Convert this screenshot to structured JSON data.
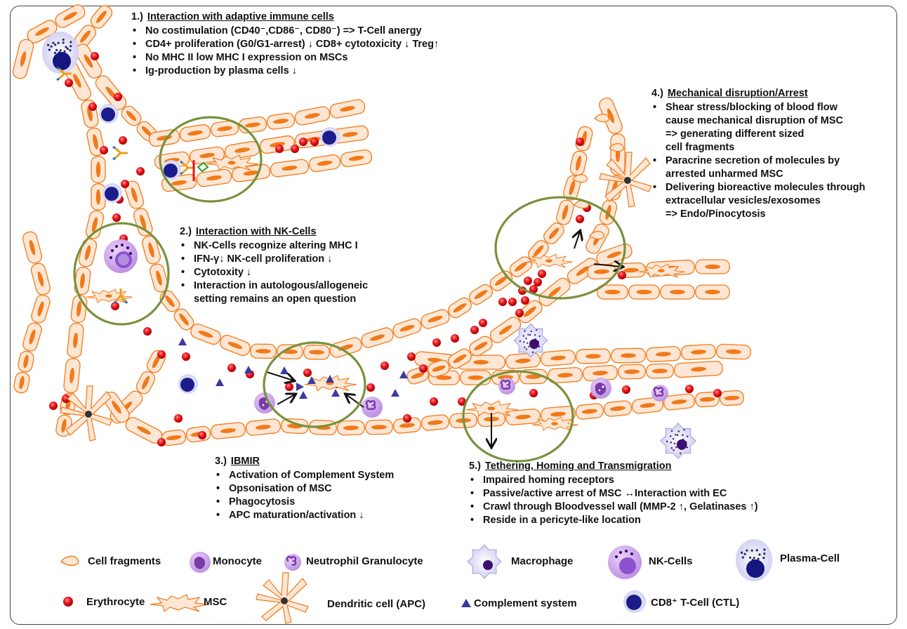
{
  "sections": [
    {
      "number": "1.)",
      "title": "Interaction with adaptive immune cells",
      "bullets": [
        "No costimulation (CD40⁻,CD86⁻, CD80⁻) => T-Cell anergy",
        "CD4+ proliferation  (G0/G1-arrest) ↓  CD8+ cytotoxicity ↓ Treg↑",
        "No MHC II low MHC I expression on MSCs",
        "Ig-production by plasma cells ↓"
      ]
    },
    {
      "number": "2.)",
      "title": "Interaction with NK-Cells",
      "bullets": [
        "NK-Cells recognize altering MHC I",
        "IFN-γ↓ NK-cell proliferation ↓",
        "Cytotoxity ↓",
        "Interaction in autologous/allogeneic",
        "setting remains an  open question"
      ]
    },
    {
      "number": "3.)",
      "title": "IBMIR",
      "bullets": [
        "Activation of Complement System",
        "Opsonisation of MSC",
        "Phagocytosis",
        "APC maturation/activation ↓"
      ]
    },
    {
      "number": "4.)",
      "title": "Mechanical disruption/Arrest",
      "bullets": [
        "Shear stress/blocking of  blood flow",
        "cause mechanical disruption of MSC",
        "=> generating different sized",
        "cell fragments",
        "Paracrine secretion of molecules by",
        "arrested unharmed MSC",
        "Delivering bioreactive molecules through",
        "extracellular vesicles/exosomes",
        "=> Endo/Pinocytosis"
      ]
    },
    {
      "number": "5.)",
      "title": "Tethering, Homing and Transmigration",
      "bullets": [
        "Impaired homing receptors",
        "Passive/active arrest of MSC ↔Interaction with EC",
        "Crawl through Bloodvessel wall (MMP-2 ↑, Gelatinases ↑)",
        "Reside in a pericyte-like location"
      ]
    }
  ],
  "legend": [
    {
      "label": "Cell fragments",
      "icon": "cell-fragment-icon"
    },
    {
      "label": "Monocyte",
      "icon": "monocyte-icon"
    },
    {
      "label": "Neutrophil Granulocyte",
      "icon": "neutrophil-icon"
    },
    {
      "label": "Macrophage",
      "icon": "macrophage-icon"
    },
    {
      "label": "NK-Cells",
      "icon": "nk-cell-icon"
    },
    {
      "label": "Plasma-Cell",
      "icon": "plasma-cell-icon"
    },
    {
      "label": "Erythrocyte",
      "icon": "erythrocyte-icon"
    },
    {
      "label": "MSC",
      "icon": "msc-icon"
    },
    {
      "label": "Dendritic cell (APC)",
      "icon": "dendritic-cell-icon"
    },
    {
      "label": "Complement system",
      "icon": "complement-icon"
    },
    {
      "label": "CD8⁺ T-Cell (CTL)",
      "icon": "cd8-t-cell-icon"
    }
  ],
  "colors": {
    "vessel_fill": "#fde6d3",
    "vessel_stroke": "#f07a1a",
    "nucleus": "#f07a1a",
    "erythrocyte": "#e8141b",
    "circle_outline": "#76923c",
    "t_cell": "#1c1c8a",
    "purple": "#9e5bd6",
    "complement": "#3b3b9e"
  }
}
